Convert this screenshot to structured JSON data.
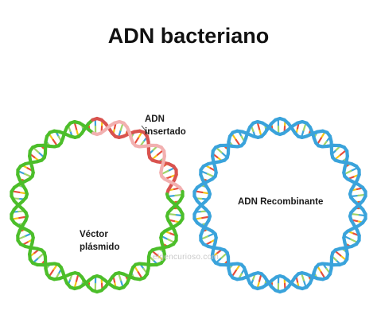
{
  "title": "ADN bacteriano",
  "labels": {
    "inserted_line1": "ADN",
    "inserted_line2": "insertado",
    "vector_line1": "Véctor",
    "vector_line2": "plásmido",
    "recombinant": "ADN Recombinante"
  },
  "watermark": "elgencurioso.com",
  "colors": {
    "plasmid_strand": "#4cbe2a",
    "inserted_strand": "#d9534f",
    "inserted_strand_light": "#f2b0b0",
    "recombinant_strand": "#3aa3db",
    "rung_colors": [
      "#f5c518",
      "#5cb85c",
      "#e74c3c",
      "#3aa3db",
      "#f39c12",
      "#a0d468"
    ]
  }
}
